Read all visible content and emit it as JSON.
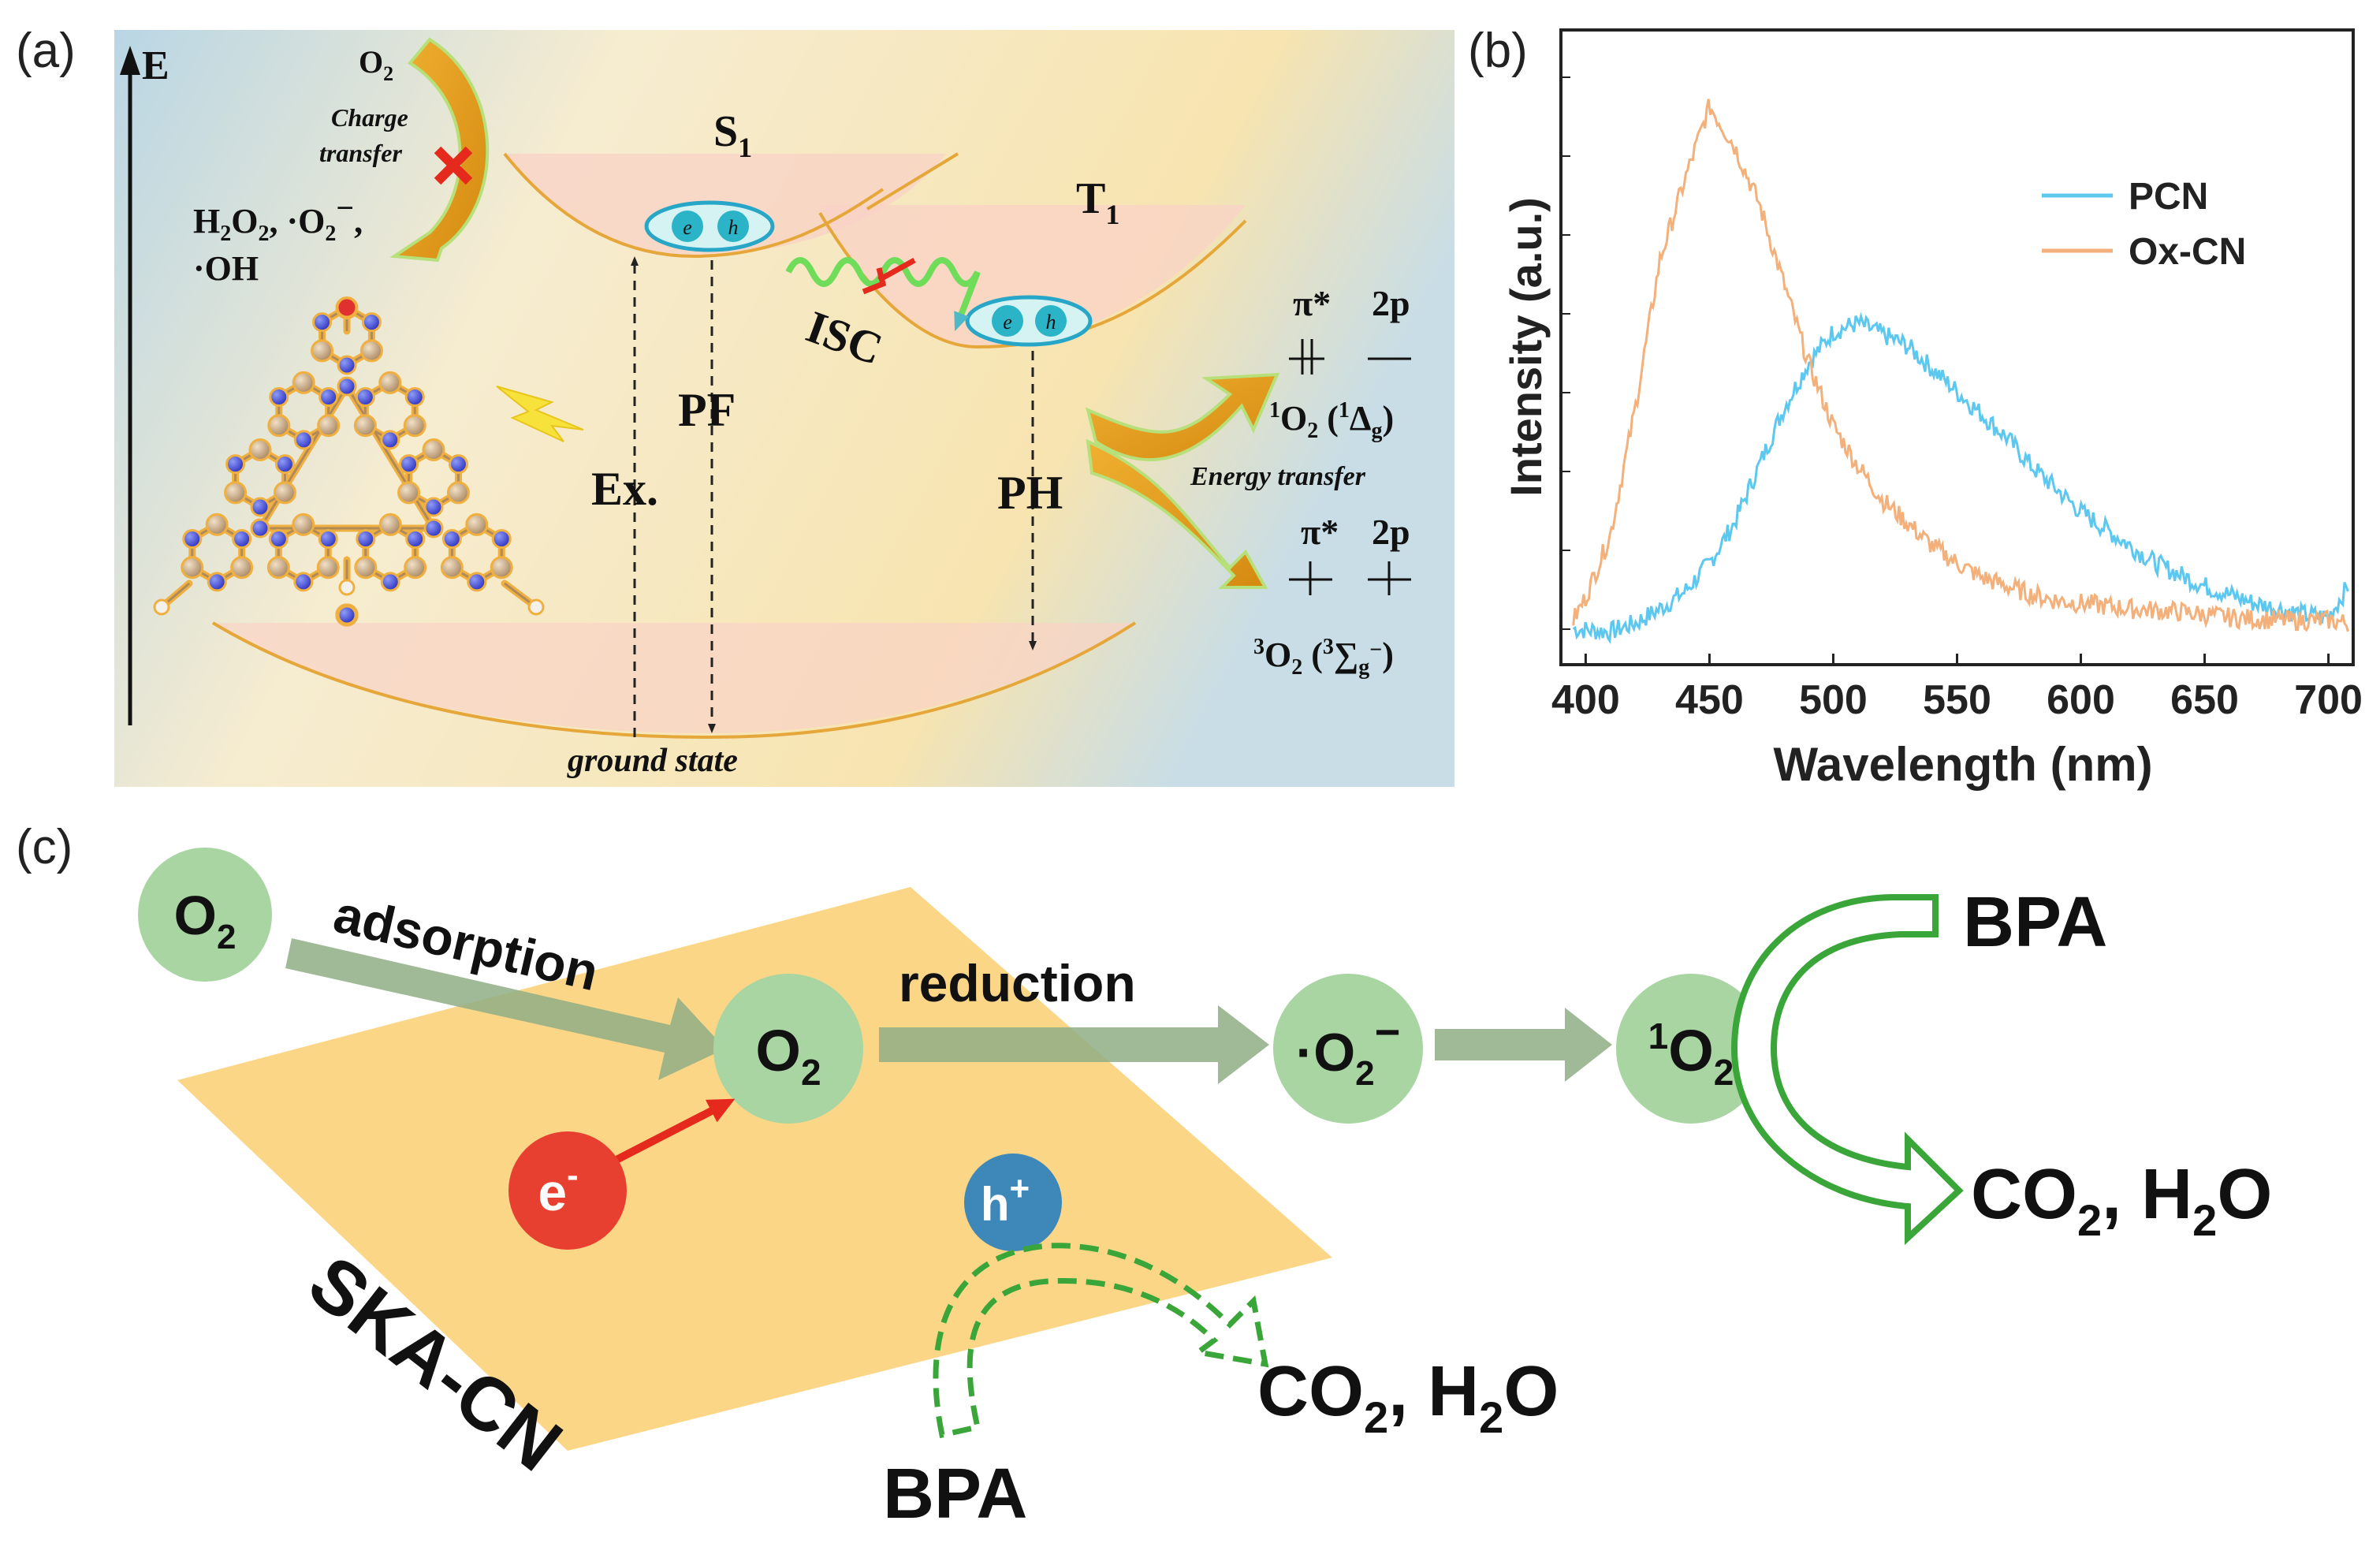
{
  "panels": {
    "a": {
      "label": "(a)",
      "axis_label": "E",
      "o2_label": "O",
      "o2_sub": "2",
      "charge_transfer": [
        "Charge",
        "transfer"
      ],
      "products": [
        "H",
        "2",
        "O",
        "2",
        ", ·O",
        "2",
        "−",
        ","
      ],
      "oh": "·OH",
      "s1": "S",
      "s1_sub": "1",
      "t1": "T",
      "t1_sub": "1",
      "electron": "e",
      "hole": "h",
      "ex": "Ex.",
      "pf": "PF",
      "isc": "ISC",
      "ph": "PH",
      "ground_state": "ground state",
      "energy_transfer": "Energy transfer",
      "pi_star": "π*",
      "two_p": "2p",
      "singlet_o2": [
        "1",
        "O",
        "2",
        " (",
        "1",
        "Δ",
        "g",
        ")"
      ],
      "triplet_o2": [
        "3",
        "O",
        "2",
        " (",
        "3",
        "∑",
        "g",
        "−",
        ")"
      ],
      "colors": {
        "bg_start": "#bcd8e6",
        "bg_end": "#f7e6b4",
        "orange": "#e8a320",
        "green": "#7ed957"
      }
    },
    "b": {
      "label": "(b)",
      "chart_data": {
        "type": "line",
        "xlabel": "Wavelength (nm)",
        "ylabel": "Intensity (a.u.)",
        "xlim": [
          390,
          710
        ],
        "xticks": [
          400,
          450,
          500,
          550,
          600,
          650,
          700
        ],
        "series": [
          {
            "name": "PCN",
            "color": "#5cc8f0",
            "x": [
              395,
              410,
              420,
              430,
              440,
              450,
              460,
              470,
              480,
              490,
              500,
              510,
              520,
              530,
              540,
              550,
              560,
              570,
              580,
              590,
              600,
              610,
              620,
              630,
              640,
              650,
              660,
              670,
              680,
              690,
              700,
              708
            ],
            "y": [
              0.035,
              0.03,
              0.045,
              0.07,
              0.1,
              0.15,
              0.22,
              0.32,
              0.42,
              0.5,
              0.555,
              0.57,
              0.55,
              0.53,
              0.49,
              0.45,
              0.41,
              0.37,
              0.32,
              0.28,
              0.24,
              0.21,
              0.18,
              0.15,
              0.13,
              0.11,
              0.095,
              0.08,
              0.07,
              0.06,
              0.055,
              0.11
            ]
          },
          {
            "name": "Ox-CN",
            "color": "#f4b07a",
            "x": [
              395,
              400,
              410,
              420,
              430,
              440,
              450,
              460,
              470,
              480,
              490,
              500,
              510,
              520,
              530,
              540,
              550,
              560,
              570,
              580,
              590,
              600,
              620,
              640,
              660,
              680,
              700,
              708
            ],
            "y": [
              0.05,
              0.09,
              0.2,
              0.42,
              0.68,
              0.82,
              0.95,
              0.88,
              0.78,
              0.64,
              0.5,
              0.39,
              0.32,
              0.26,
              0.22,
              0.18,
              0.15,
              0.125,
              0.11,
              0.095,
              0.085,
              0.08,
              0.07,
              0.065,
              0.055,
              0.05,
              0.05,
              0.045
            ]
          }
        ]
      }
    },
    "c": {
      "label": "(c)",
      "sheet_label": "SKA-CN",
      "o2": "O",
      "o2_sub": "2",
      "adsorption": "adsorption",
      "reduction": "reduction",
      "superoxide": [
        "·O",
        "2",
        "−"
      ],
      "singlet": [
        "1",
        "O",
        "2"
      ],
      "electron": "e",
      "electron_sup": "-",
      "hole": "h",
      "hole_sup": "+",
      "bpa": "BPA",
      "co2_h2o": [
        "CO",
        "2",
        ", H",
        "2",
        "O"
      ],
      "colors": {
        "bubble": "#a8d5a2",
        "sheet": "#fbd27a",
        "arrow": "#9bb58f",
        "green": "#3aa63a",
        "electron": "#e84030",
        "hole": "#3d88b8"
      }
    }
  }
}
